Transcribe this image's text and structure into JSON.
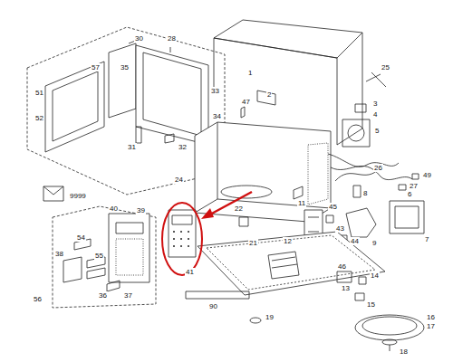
{
  "diagram": {
    "labels": [
      "1",
      "2",
      "47",
      "3",
      "4",
      "5",
      "25",
      "26",
      "49",
      "27",
      "8",
      "6",
      "9",
      "7",
      "30",
      "28",
      "57",
      "35",
      "51",
      "52",
      "33",
      "34",
      "31",
      "32",
      "24",
      "11",
      "22",
      "21",
      "45",
      "43",
      "44",
      "46",
      "12",
      "13",
      "14",
      "15",
      "19",
      "90",
      "16",
      "17",
      "18",
      "9999",
      "39",
      "40",
      "54",
      "38",
      "55",
      "56",
      "36",
      "37",
      "41"
    ]
  }
}
